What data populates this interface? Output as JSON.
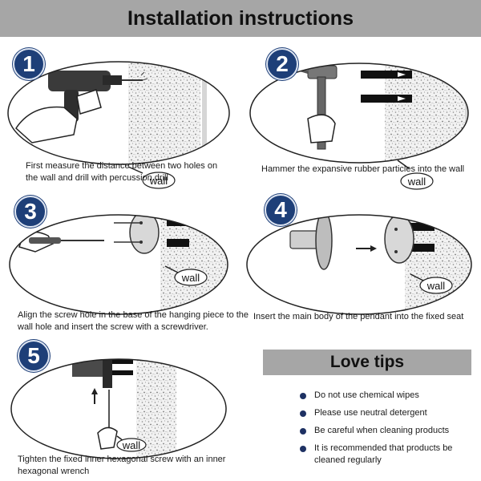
{
  "title": "Installation instructions",
  "wall_label": "wall",
  "steps": [
    {
      "number": "1",
      "text": "First measure the distance between two holes on the wall and drill with percussion drill"
    },
    {
      "number": "2",
      "text": "Hammer the expansive rubber particles into the wall"
    },
    {
      "number": "3",
      "text": "Align the screw hole in the base of the hanging piece to the wall hole and insert the screw with a screwdriver."
    },
    {
      "number": "4",
      "text": "Insert the main body of the pendant into the fixed seat"
    },
    {
      "number": "5",
      "text": "Tighten the fixed inner hexagonal screw with an inner hexagonal wrench"
    }
  ],
  "tips": {
    "title": "Love tips",
    "items": [
      "Do not use chemical wipes",
      "Please use neutral detergent",
      "Be careful when cleaning products",
      "It is recommended that products be cleaned regularly"
    ]
  },
  "colors": {
    "badge": "#1e3f78",
    "banner": "#a6a6a6",
    "bullet": "#1e3163"
  }
}
